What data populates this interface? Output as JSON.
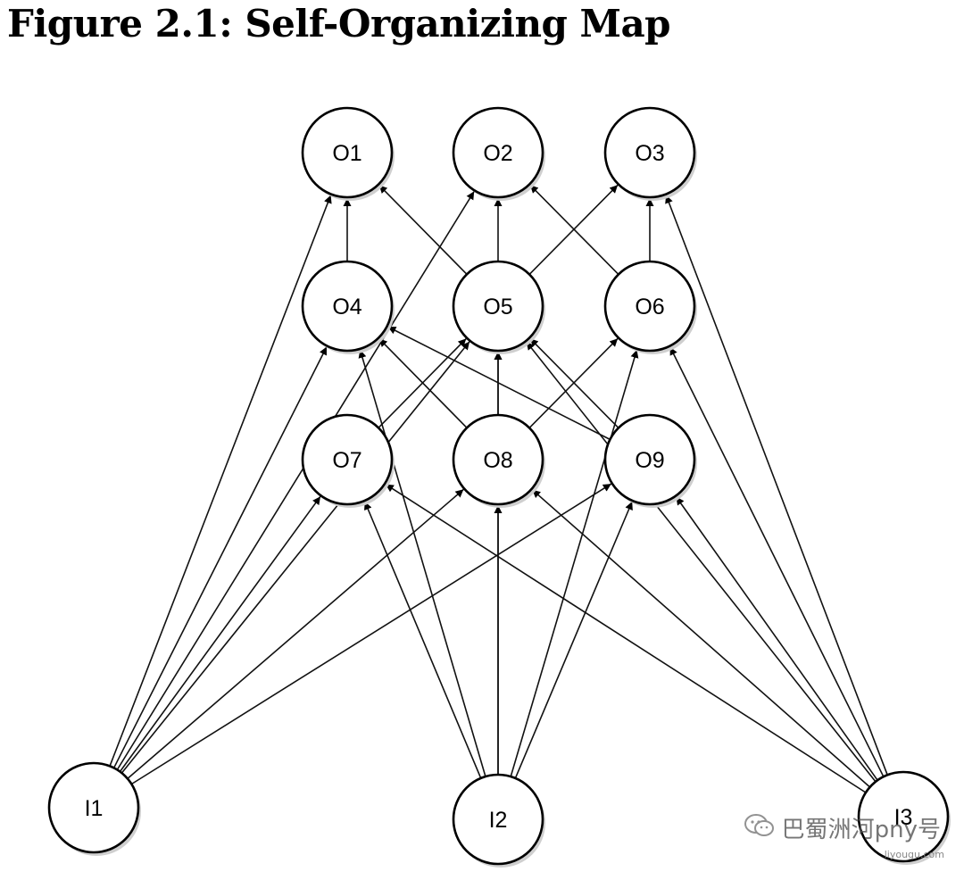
{
  "figure": {
    "title": "Figure 2.1: Self-Organizing Map"
  },
  "diagram": {
    "nodes": [
      {
        "id": "O1",
        "label": "O1"
      },
      {
        "id": "O2",
        "label": "O2"
      },
      {
        "id": "O3",
        "label": "O3"
      },
      {
        "id": "O4",
        "label": "O4"
      },
      {
        "id": "O5",
        "label": "O5"
      },
      {
        "id": "O6",
        "label": "O6"
      },
      {
        "id": "O7",
        "label": "O7"
      },
      {
        "id": "O8",
        "label": "O8"
      },
      {
        "id": "O9",
        "label": "O9"
      },
      {
        "id": "I1",
        "label": "I1"
      },
      {
        "id": "I2",
        "label": "I2"
      },
      {
        "id": "I3",
        "label": "I3"
      }
    ],
    "edges": [
      [
        "I1",
        "O1"
      ],
      [
        "I1",
        "O2"
      ],
      [
        "I1",
        "O4"
      ],
      [
        "I1",
        "O5"
      ],
      [
        "I1",
        "O7"
      ],
      [
        "I1",
        "O8"
      ],
      [
        "I1",
        "O9"
      ],
      [
        "I2",
        "O4"
      ],
      [
        "I2",
        "O5"
      ],
      [
        "I2",
        "O6"
      ],
      [
        "I2",
        "O7"
      ],
      [
        "I2",
        "O8"
      ],
      [
        "I2",
        "O9"
      ],
      [
        "I3",
        "O3"
      ],
      [
        "I3",
        "O6"
      ],
      [
        "I3",
        "O5"
      ],
      [
        "I3",
        "O9"
      ],
      [
        "I3",
        "O8"
      ],
      [
        "I3",
        "O7"
      ],
      [
        "O4",
        "O1"
      ],
      [
        "O5",
        "O1"
      ],
      [
        "O5",
        "O2"
      ],
      [
        "O5",
        "O3"
      ],
      [
        "O6",
        "O2"
      ],
      [
        "O6",
        "O3"
      ],
      [
        "O7",
        "O5"
      ],
      [
        "O8",
        "O4"
      ],
      [
        "O8",
        "O5"
      ],
      [
        "O8",
        "O6"
      ],
      [
        "O9",
        "O4"
      ],
      [
        "O9",
        "O5"
      ]
    ]
  },
  "watermark": {
    "text": "巴蜀洲河pny号",
    "sub": "liyougu.com"
  }
}
